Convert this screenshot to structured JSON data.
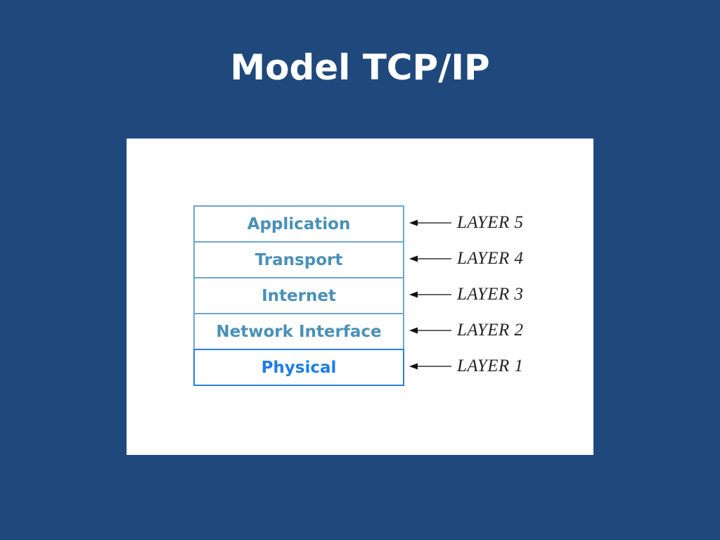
{
  "slide": {
    "title": "Model TCP/IP"
  },
  "diagram": {
    "layers": [
      {
        "name": "Application",
        "level": "LAYER 5"
      },
      {
        "name": "Transport",
        "level": "LAYER 4"
      },
      {
        "name": "Internet",
        "level": "LAYER 3"
      },
      {
        "name": "Network Interface",
        "level": "LAYER 2"
      },
      {
        "name": "Physical",
        "level": "LAYER 1"
      }
    ]
  },
  "colors": {
    "background": "#1f497d",
    "box_border": "#6fa6cc",
    "box_text": "#4a90b8",
    "physical_text": "#1e7de6",
    "arrow": "#333333"
  }
}
